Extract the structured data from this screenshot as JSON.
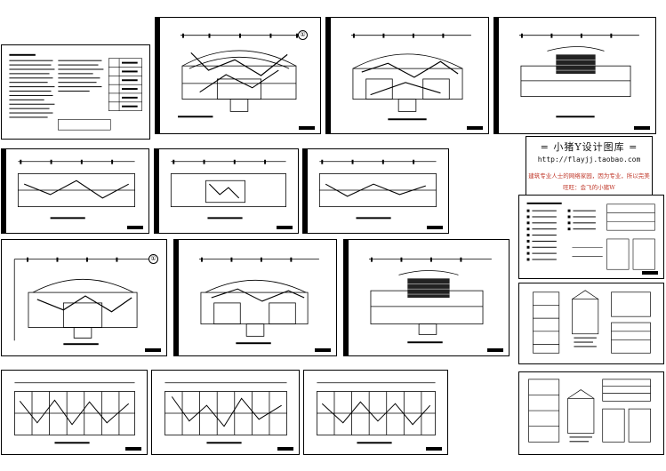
{
  "watermark": {
    "title": "= 小猪Y设计图库 =",
    "url": "http://flayjj.taobao.com",
    "line1": "建筑专业人士的网络家园，因为专业，所以完美",
    "line2": "旺旺：会飞的小猪W"
  },
  "sheets": [
    {
      "id": "notes-sheet",
      "kind": "notes"
    },
    {
      "id": "plan-1",
      "kind": "curved-plan",
      "marker": "①"
    },
    {
      "id": "plan-2",
      "kind": "curved-plan"
    },
    {
      "id": "plan-3",
      "kind": "roof-plan"
    },
    {
      "id": "plan-4",
      "kind": "long-plan"
    },
    {
      "id": "plan-5",
      "kind": "long-plan"
    },
    {
      "id": "plan-6",
      "kind": "long-plan"
    },
    {
      "id": "plan-7",
      "kind": "curved-plan",
      "marker": "①"
    },
    {
      "id": "plan-8",
      "kind": "curved-plan"
    },
    {
      "id": "plan-9",
      "kind": "roof-plan"
    },
    {
      "id": "plan-10",
      "kind": "dense-plan"
    },
    {
      "id": "plan-11",
      "kind": "dense-plan"
    },
    {
      "id": "plan-12",
      "kind": "dense-plan"
    },
    {
      "id": "legend-sheet",
      "kind": "legend"
    },
    {
      "id": "detail-sheet-1",
      "kind": "detail"
    },
    {
      "id": "detail-sheet-2",
      "kind": "detail"
    }
  ]
}
